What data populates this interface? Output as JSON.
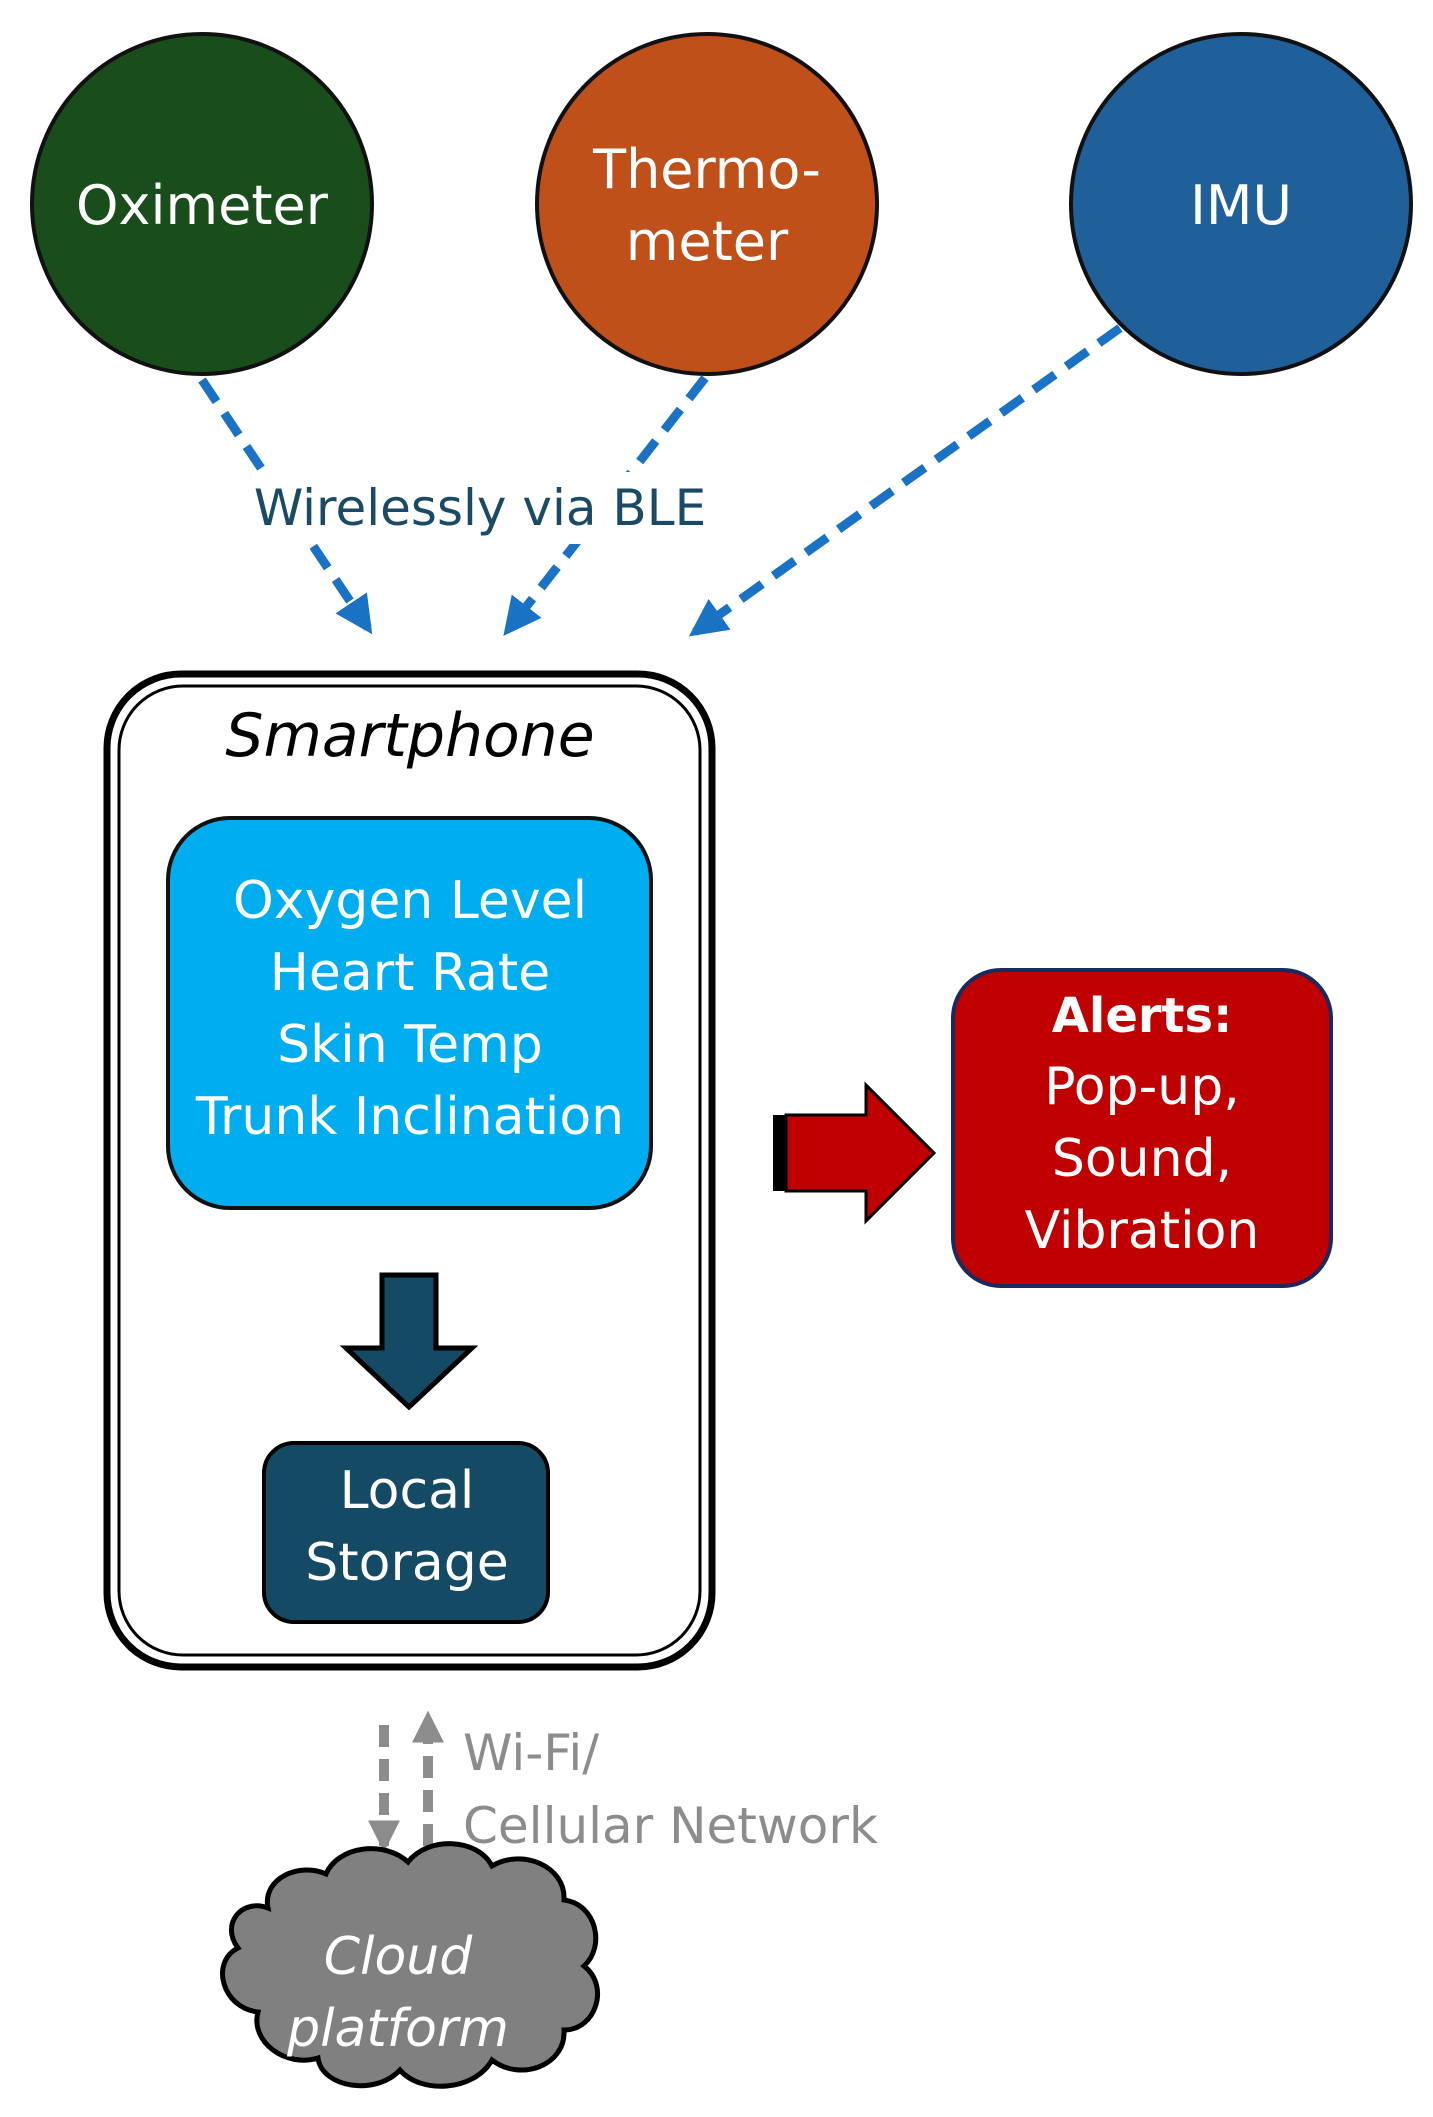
{
  "sensors": {
    "oximeter": {
      "label": "Oximeter",
      "color": "#1a4d1c"
    },
    "thermometer": {
      "line1": "Thermo-",
      "line2": "meter",
      "color": "#c0501a"
    },
    "imu": {
      "label": "IMU",
      "color": "#1f5f9a"
    }
  },
  "connection_ble": {
    "label": "Wirelessly via BLE",
    "color": "#1a4a66",
    "arrow_color": "#1a72c4"
  },
  "smartphone": {
    "title": "Smartphone",
    "metrics": [
      "Oxygen Level",
      "Heart Rate",
      "Skin Temp",
      "Trunk Inclination"
    ],
    "metrics_color": "#00aeef",
    "storage": {
      "line1": "Local",
      "line2": "Storage",
      "color": "#144a63"
    }
  },
  "alerts": {
    "title": "Alerts:",
    "items": [
      "Pop-up,",
      "Sound,",
      "Vibration"
    ],
    "color": "#c00000",
    "arrow_color": "#c00000"
  },
  "network": {
    "line1": "Wi-Fi/",
    "line2": "Cellular Network",
    "color": "#8c8c8c"
  },
  "cloud": {
    "line1": "Cloud",
    "line2": "platform",
    "color": "#808080"
  }
}
